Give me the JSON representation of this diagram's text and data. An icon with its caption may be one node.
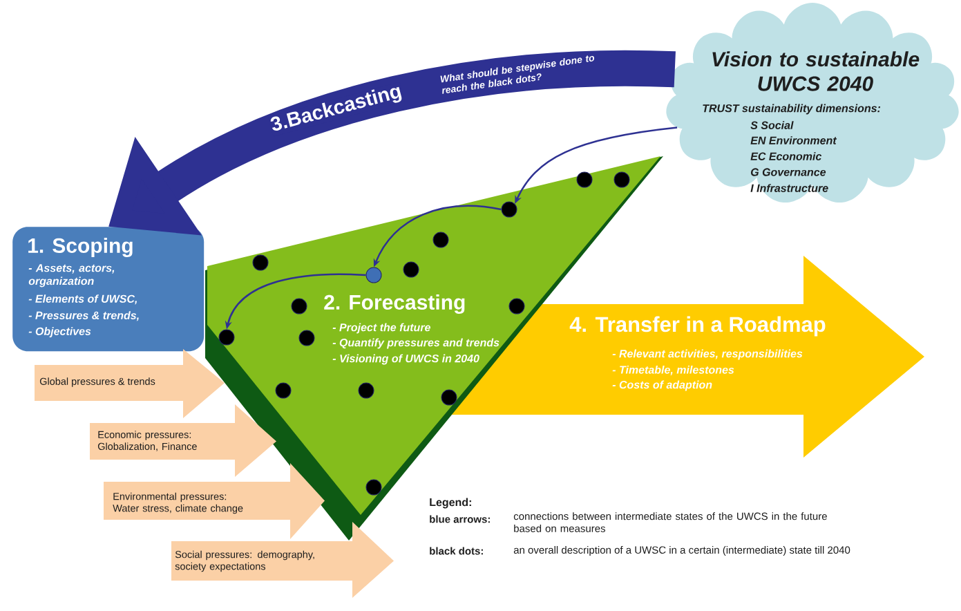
{
  "diagram": {
    "nodes": [
      {
        "text": [
          "Vision to sustainable UWCS 2040",
          "TRUST sustainability dimensions:",
          "S Social",
          "EN Environment",
          "EC Economic",
          "G Governance",
          "I Infrastructure"
        ]
      },
      {
        "text": [
          "1. Scoping",
          "- Assets, actors, organization",
          "- Elements of UWSC,",
          "- Pressures & trends,",
          "- Objectives"
        ]
      },
      {
        "text": [
          "2. Forecasting",
          "- Project the future",
          "- Quantify pressures and trends",
          "- Visioning of UWCS in 2040"
        ]
      },
      {
        "text": [],
        "shape": "circle",
        "in": 2
      },
      {
        "text": [],
        "shape": "circle",
        "in": 2
      },
      {
        "text": [],
        "shape": "circle",
        "in": 2
      },
      {
        "text": [],
        "shape": "circle",
        "in": 2
      },
      {
        "text": [],
        "shape": "circle",
        "in": 2
      },
      {
        "text": [],
        "shape": "circle",
        "in": 2
      },
      {
        "text": [],
        "shape": "circle",
        "in": 2
      },
      {
        "text": [],
        "shape": "circle",
        "in": 2
      },
      {
        "text": [],
        "shape": "circle",
        "in": 2
      },
      {
        "text": [],
        "shape": "circle",
        "in": 2
      },
      {
        "text": [],
        "shape": "circle",
        "in": 2
      },
      {
        "text": [],
        "shape": "circle",
        "in": 2
      },
      {
        "text": [],
        "shape": "circle",
        "in": 2
      },
      {
        "text": [],
        "shape": "circle",
        "in": 2
      },
      {
        "text": [],
        "shape": "circle",
        "in": 2
      },
      {
        "text": [
          "4. Transfer in a Roadmap",
          "- Relevant activities, responsibilities",
          "- Timetable, milestones",
          "- Costs of adaption"
        ]
      },
      {
        "text": [
          "Global pressures & trends"
        ]
      },
      {
        "text": [
          "Economic pressures: Globalization, Finance"
        ]
      },
      {
        "text": [
          "Environmental pressures: Water stress, climate change"
        ]
      },
      {
        "text": [
          "Social pressures: demography, society expectations"
        ]
      }
    ],
    "edges": [
      {
        "from": 0,
        "to": 1,
        "arrow": "to",
        "label": "3.Backcasting",
        "style": "thick"
      },
      {
        "from": 0,
        "to": 14,
        "arrow": "to"
      },
      {
        "from": 14,
        "to": 9,
        "arrow": "to"
      },
      {
        "from": 9,
        "to": 3,
        "arrow": "to"
      }
    ],
    "labels": [
      "What should be stepwise done to reach the black dots?",
      "Legend:",
      "blue arrows:",
      "connections between intermediate states of the UWCS in the future based on measures",
      "black dots:",
      "an overall description of a UWSC in a certain (intermediate) state till 2040"
    ]
  }
}
